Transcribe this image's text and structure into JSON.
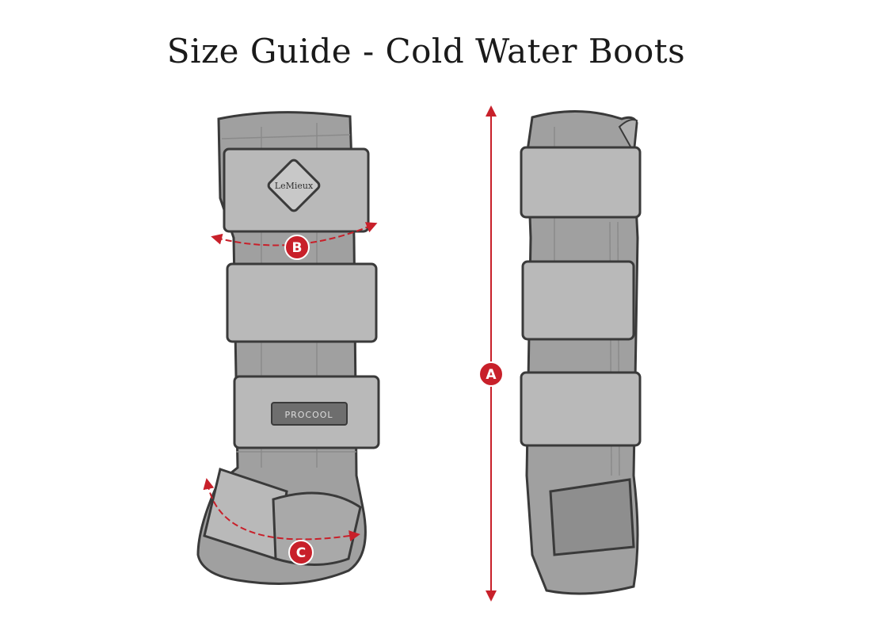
{
  "title": "Size Guide - Cold Water Boots",
  "brand_logo_text": "LeMieux",
  "procool_label": "PROCOOL",
  "markers": {
    "a": "A",
    "b": "B",
    "c": "C"
  },
  "colors": {
    "boot_fill": "#a0a0a0",
    "strap_fill": "#b9b9b9",
    "outline": "#3a3a3a",
    "accent_red": "#c8202a"
  }
}
